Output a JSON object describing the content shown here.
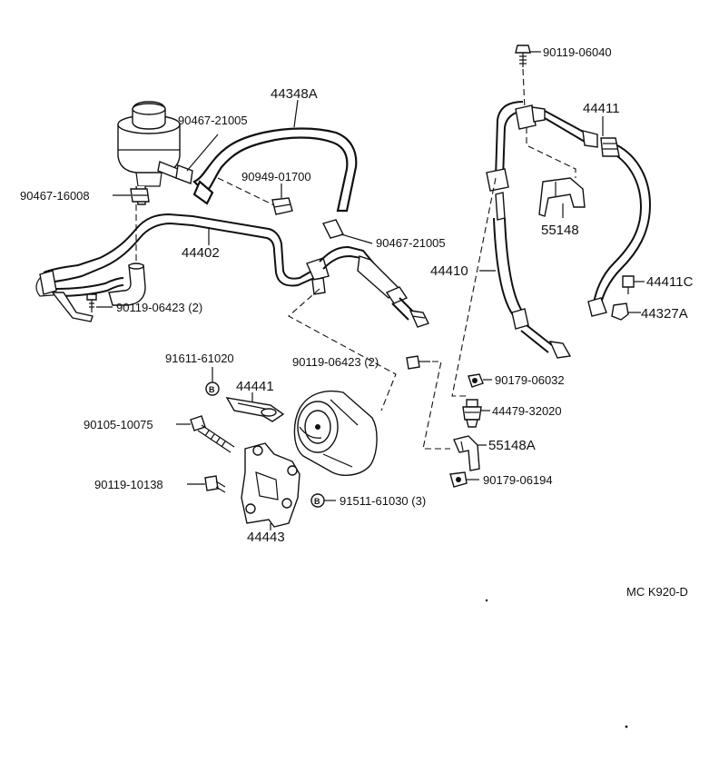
{
  "diagram_code": "MC K920-D",
  "parts": {
    "p_90119_06040": "90119-06040",
    "p_44411": "44411",
    "p_44348A": "44348A",
    "p_90467_21005_a": "90467-21005",
    "p_90949_01700": "90949-01700",
    "p_90467_16008": "90467-16008",
    "p_44402": "44402",
    "p_90467_21005_b": "90467-21005",
    "p_55148": "55148",
    "p_44410": "44410",
    "p_44411C": "44411C",
    "p_44327A": "44327A",
    "p_90119_06423_a": "90119-06423 (2)",
    "p_91611_61020": "91611-61020",
    "p_90119_06423_b": "90119-06423 (2)",
    "p_90179_06032": "90179-06032",
    "p_44441": "44441",
    "p_44479_32020": "44479-32020",
    "p_90105_10075": "90105-10075",
    "p_55148A": "55148A",
    "p_90119_10138": "90119-10138",
    "p_90179_06194": "90179-06194",
    "p_91511_61030": "91511-61030 (3)",
    "p_44443": "44443"
  },
  "markers": {
    "b_label": "B"
  }
}
